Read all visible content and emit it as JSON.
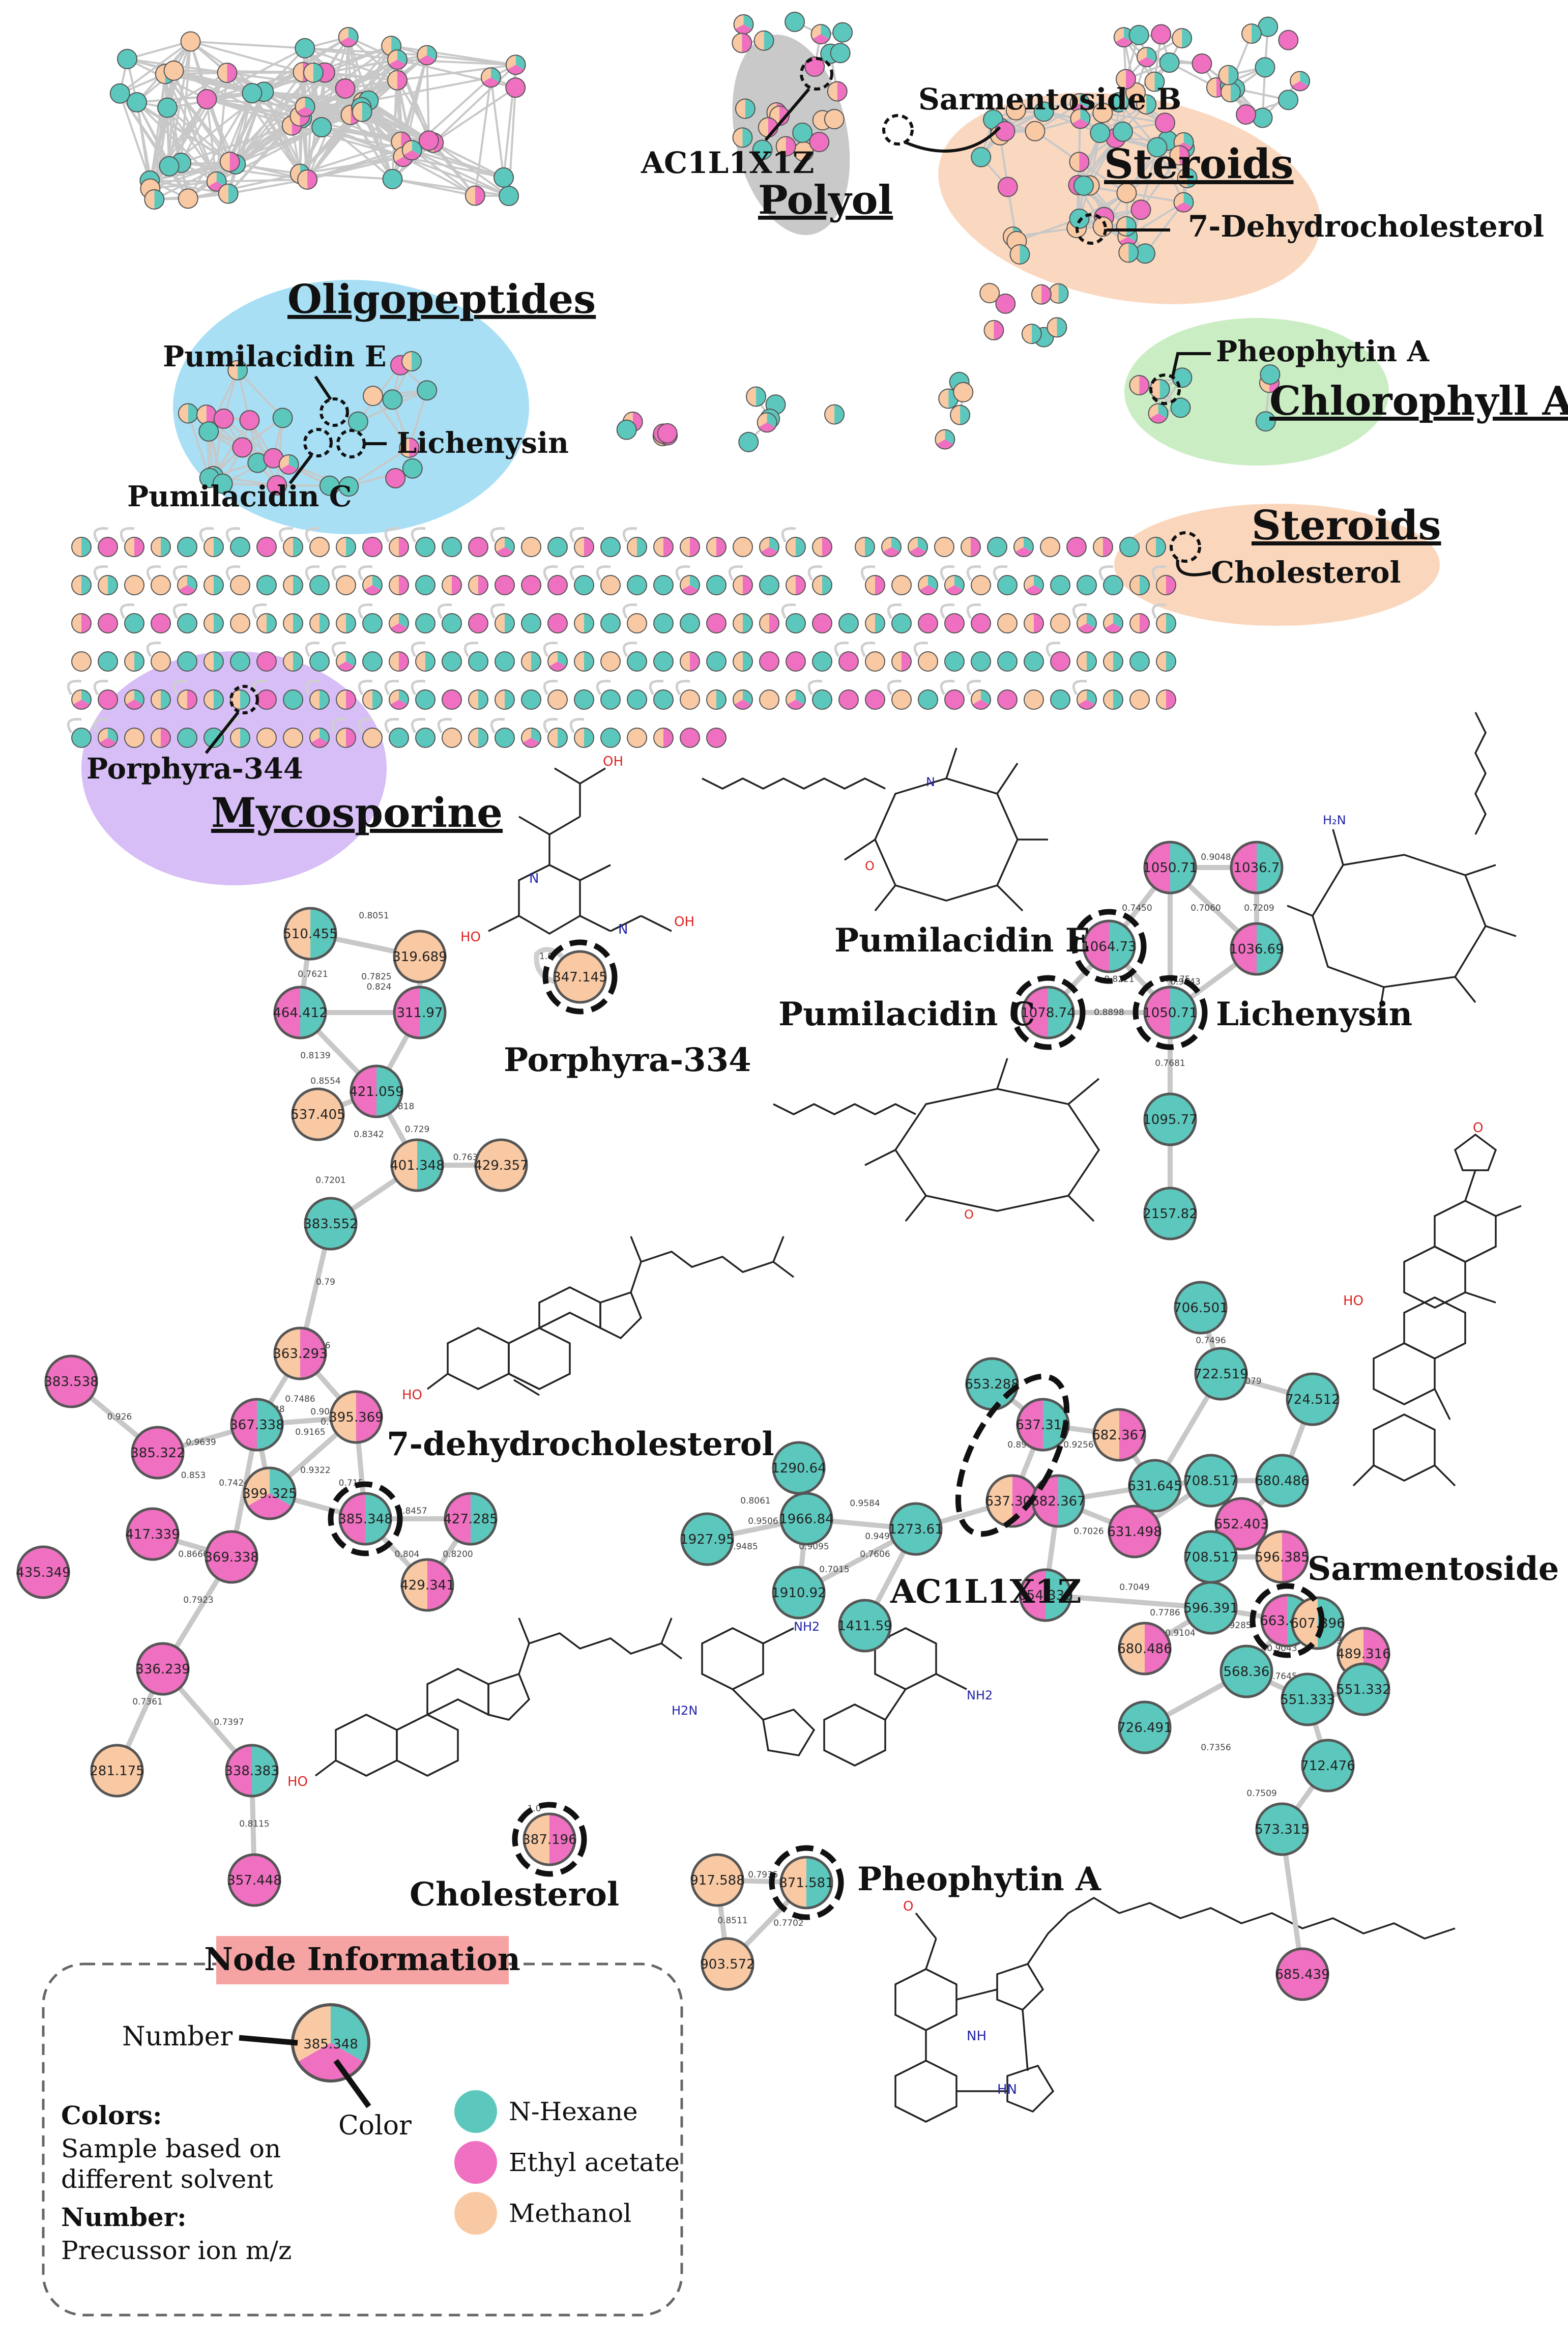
{
  "colors": {
    "n_hexane": "#5cc8bd",
    "ethyl_acetate": "#ef6fc0",
    "methanol": "#f9c9a3",
    "edge": "#c8c8c8",
    "node_stroke": "#555555"
  },
  "overview": {
    "groups": {
      "polyol": "Polyol",
      "steroids_top": "Steroids",
      "oligopeptides": "Oligopeptides",
      "chlorophyll": "Chlorophyll A",
      "steroids_mid": "Steroids",
      "mycosporine": "Mycosporine"
    },
    "callouts": {
      "sarmentoside": "Sarmentoside B",
      "ac1l": "AC1L1X1Z",
      "dehydro": "7-Dehydrocholesterol",
      "pumi_e": "Pumilacidin E",
      "lichenysin": "Lichenysin",
      "pumi_c": "Pumilacidin C",
      "pheophytin": "Pheophytin A",
      "cholesterol": "Cholesterol",
      "porphyra": "Porphyra-344"
    }
  },
  "clusters": {
    "porphyra": {
      "label": "Porphyra-334",
      "node": "347.145",
      "edge": "1.0"
    },
    "peptide": {
      "labels": {
        "pumi_e": "Pumilacidin E",
        "pumi_c": "Pumilacidin C",
        "lichenysin": "Lichenysin"
      },
      "nodes": [
        "1050.71",
        "1036.7",
        "1064.73",
        "1036.69",
        "1078.74",
        "1050.71",
        "1095.77",
        "2157.82"
      ],
      "edges": [
        "0.9048",
        "0.7450",
        "0.7060",
        "0.7209",
        "0.8221",
        "0.9175",
        "0.9643",
        "0.8898",
        "0.7681"
      ]
    },
    "steroid": {
      "labels": {
        "dehydro": "7-dehydrocholesterol",
        "cholesterol": "Cholesterol"
      },
      "nodes": [
        "510.455",
        "319.689",
        "464.412",
        "311.97",
        "421.059",
        "537.405",
        "401.348",
        "429.357",
        "383.552",
        "363.293",
        "383.538",
        "395.369",
        "385.322",
        "367.338",
        "399.325",
        "385.348",
        "427.285",
        "417.339",
        "369.338",
        "429.341",
        "435.349",
        "336.239",
        "281.175",
        "338.383",
        "357.448",
        "387.196"
      ],
      "edges": [
        "0.8051",
        "0.7621",
        "0.7825",
        "0.824",
        "0.8139",
        "0.8554",
        "0.818",
        "0.8342",
        "0.729",
        "0.763",
        "0.7201",
        "0.79",
        "0.7216",
        "0.926",
        "0.9639",
        "0.7486",
        "0.9128",
        "0.9032",
        "0.9165",
        "0.7911",
        "0.853",
        "0.7826",
        "0.7424",
        "0.9322",
        "0.715",
        "0.8457",
        "0.8200",
        "0.804",
        "0.8666",
        "0.7923",
        "0.7361",
        "0.7397",
        "0.8115",
        "1.0"
      ]
    },
    "ac1l": {
      "labels": {
        "ac1l": "AC1L1X1Z",
        "sarmentoside": "Sarmentoside B"
      },
      "nodes": [
        "706.501",
        "653.288",
        "637.311",
        "682.367",
        "722.519",
        "724.512",
        "1290.64",
        "708.517",
        "631.645",
        "680.486",
        "1927.95",
        "1966.84",
        "637.309",
        "682.367",
        "652.403",
        "631.498",
        "1273.61",
        "708.517",
        "596.385",
        "1910.92",
        "654.336",
        "596.391",
        "1411.59",
        "663.459",
        "607.396",
        "680.486",
        "489.316",
        "568.36",
        "551.333",
        "551.332",
        "726.491",
        "712.476",
        "573.315",
        "685.439"
      ],
      "edges": [
        "0.7496",
        "0.8079",
        "0.8961",
        "0.9256",
        "0.8061",
        "0.9506",
        "0.9584",
        "0.9485",
        "0.9492",
        "0.9095",
        "0.7606",
        "0.7015",
        "0.7026",
        "0.7049",
        "0.7786",
        "0.9285",
        "0.9104",
        "0.9043",
        "0.9333",
        "0.7645",
        "0.7356",
        "0.7509"
      ]
    },
    "pheophytin": {
      "label": "Pheophytin A",
      "nodes": [
        "917.588",
        "871.581",
        "903.572"
      ],
      "edges": [
        "0.7935",
        "0.7702",
        "0.8511"
      ]
    }
  },
  "legend": {
    "title": "Node Information",
    "number_label": "Number",
    "color_label": "Color",
    "sample_value": "385.348",
    "colors_title": "Colors:",
    "colors_desc_1": "Sample based on",
    "colors_desc_2": "different solvent",
    "number_title": "Number:",
    "number_desc": "Precussor ion m/z",
    "solvents": [
      "N-Hexane",
      "Ethyl acetate",
      "Methanol"
    ]
  }
}
